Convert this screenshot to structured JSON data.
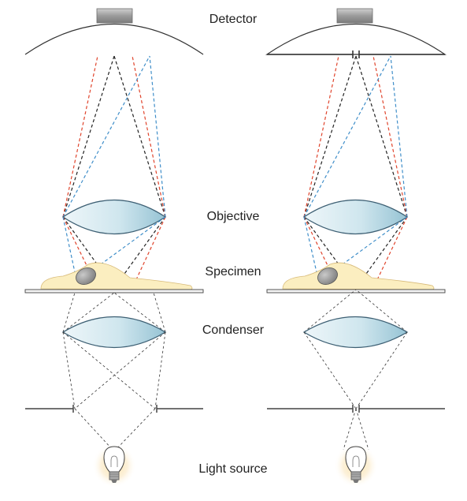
{
  "labels": {
    "detector": "Detector",
    "objective": "Objective",
    "specimen": "Specimen",
    "condenser": "Condenser",
    "light_source": "Light source"
  },
  "colors": {
    "black_ray": "#222222",
    "red_ray": "#e0442c",
    "blue_ray": "#3f8ec9",
    "lens_edge": "#3d5f73",
    "lens_fill": "#bcdce8",
    "cell_fill": "#fbeec0",
    "nucleus_fill": "#9a9a9a",
    "detector_box": "#9c9c9c",
    "bulb_glow": "#f8d38a"
  }
}
